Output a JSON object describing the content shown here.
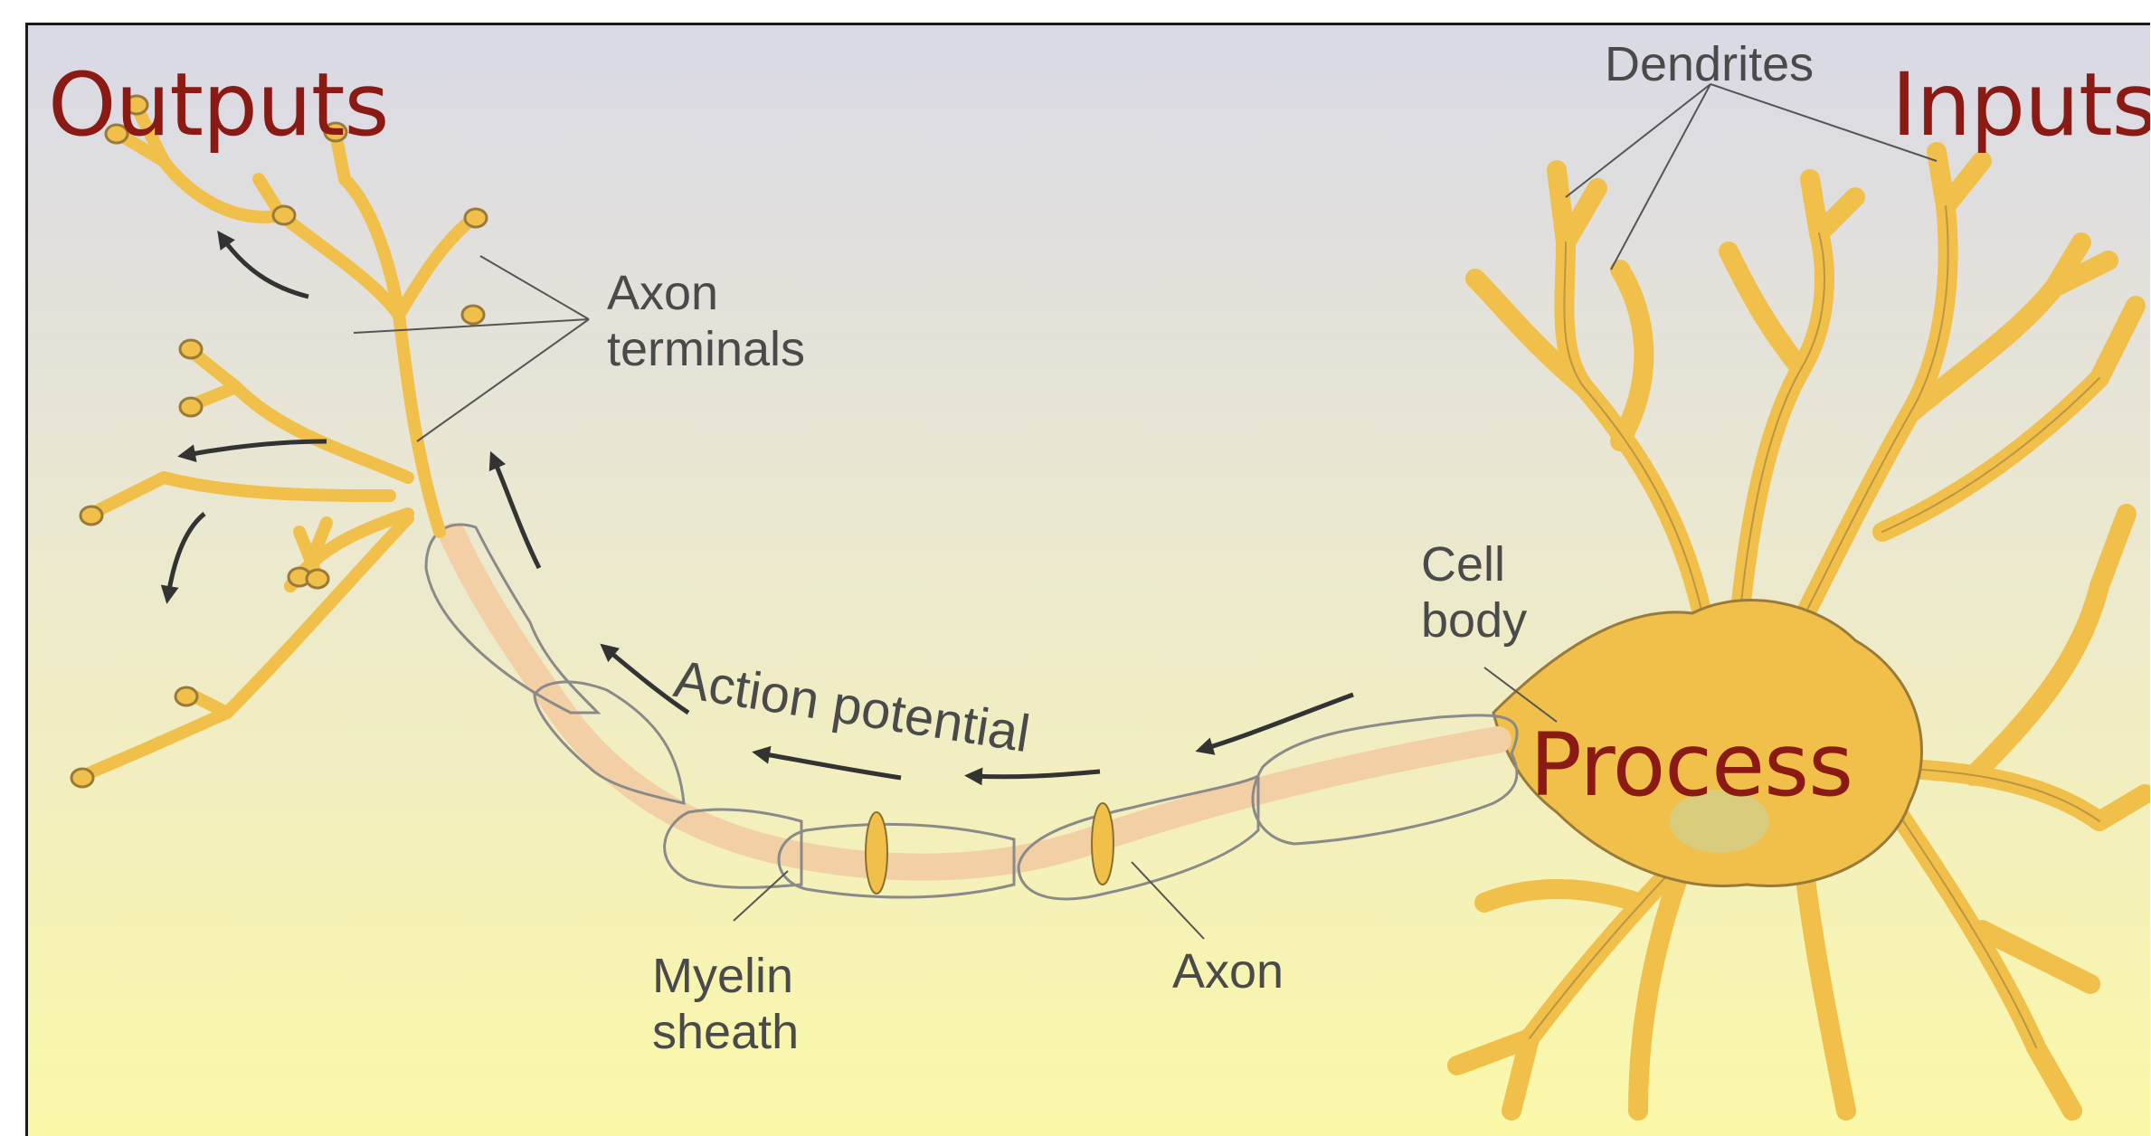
{
  "headings": {
    "outputs": "Outputs",
    "inputs": "Inputs",
    "process": "Process"
  },
  "labels": {
    "dendrites": "Dendrites",
    "axon_terminals_line1": "Axon",
    "axon_terminals_line2": "terminals",
    "cell_body_line1": "Cell",
    "cell_body_line2": "body",
    "action_potential": "Action potential",
    "myelin_sheath_line1": "Myelin",
    "myelin_sheath_line2": "sheath",
    "axon": "Axon"
  },
  "colors": {
    "heading": "#8b1a14",
    "neuron_fill": "#f0c04a",
    "neuron_outline": "#9a7a3a",
    "axon_core": "#f2cfa5",
    "sheath_outline": "#8a8a8a",
    "arrow": "#333333",
    "bg_top": "#d9d9e6",
    "bg_bottom": "#fbf8a8"
  }
}
